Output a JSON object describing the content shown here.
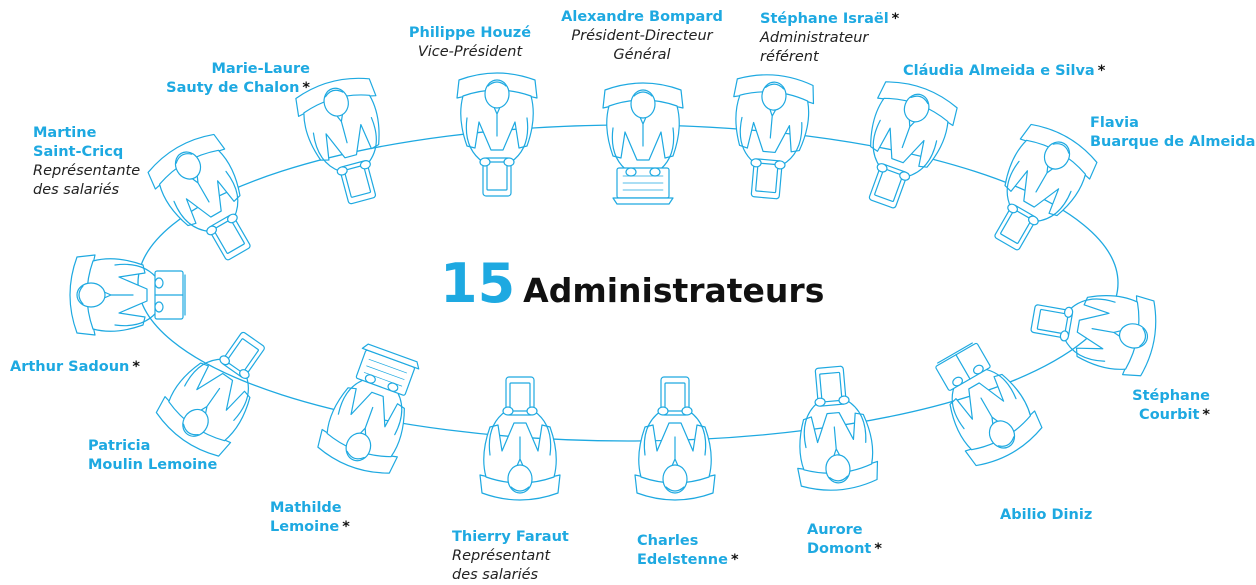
{
  "title": {
    "number": "15",
    "text": "Administrateurs"
  },
  "colors": {
    "accent": "#1ea9e1",
    "text": "#111111",
    "line": "#1ea9e1"
  },
  "board": [
    {
      "name1": "Philippe Houzé",
      "name2": "",
      "role1": "Vice-Président",
      "role2": "",
      "star": ""
    },
    {
      "name1": "Alexandre Bompard",
      "name2": "",
      "role1": "Président-Directeur",
      "role2": "Général",
      "star": ""
    },
    {
      "name1": "Stéphane Israël",
      "name2": "",
      "role1": "Administrateur",
      "role2": "référent",
      "star": "*"
    },
    {
      "name1": "Cláudia Almeida e Silva",
      "name2": "",
      "role1": "",
      "role2": "",
      "star": "*"
    },
    {
      "name1": "Flavia",
      "name2": "Buarque de Almeida",
      "role1": "",
      "role2": "",
      "star": ""
    },
    {
      "name1": "Stéphane",
      "name2": "Courbit",
      "role1": "",
      "role2": "",
      "star": "*"
    },
    {
      "name1": "Abilio Diniz",
      "name2": "",
      "role1": "",
      "role2": "",
      "star": ""
    },
    {
      "name1": "Aurore",
      "name2": "Domont",
      "role1": "",
      "role2": "",
      "star": "*"
    },
    {
      "name1": "Charles",
      "name2": "Edelstenne",
      "role1": "",
      "role2": "",
      "star": "*"
    },
    {
      "name1": "Thierry Faraut",
      "name2": "",
      "role1": "Représentant",
      "role2": "des salariés",
      "star": ""
    },
    {
      "name1": "Mathilde",
      "name2": "Lemoine",
      "role1": "",
      "role2": "",
      "star": "*"
    },
    {
      "name1": "Patricia",
      "name2": "Moulin Lemoine",
      "role1": "",
      "role2": "",
      "star": ""
    },
    {
      "name1": "Arthur Sadoun",
      "name2": "",
      "role1": "",
      "role2": "",
      "star": "*"
    },
    {
      "name1": "Martine",
      "name2": "Saint-Cricq",
      "role1": "Représentante",
      "role2": "des salariés",
      "star": ""
    },
    {
      "name1": "Marie-Laure",
      "name2": "Sauty de Chalon",
      "role1": "",
      "role2": "",
      "star": "*"
    }
  ]
}
